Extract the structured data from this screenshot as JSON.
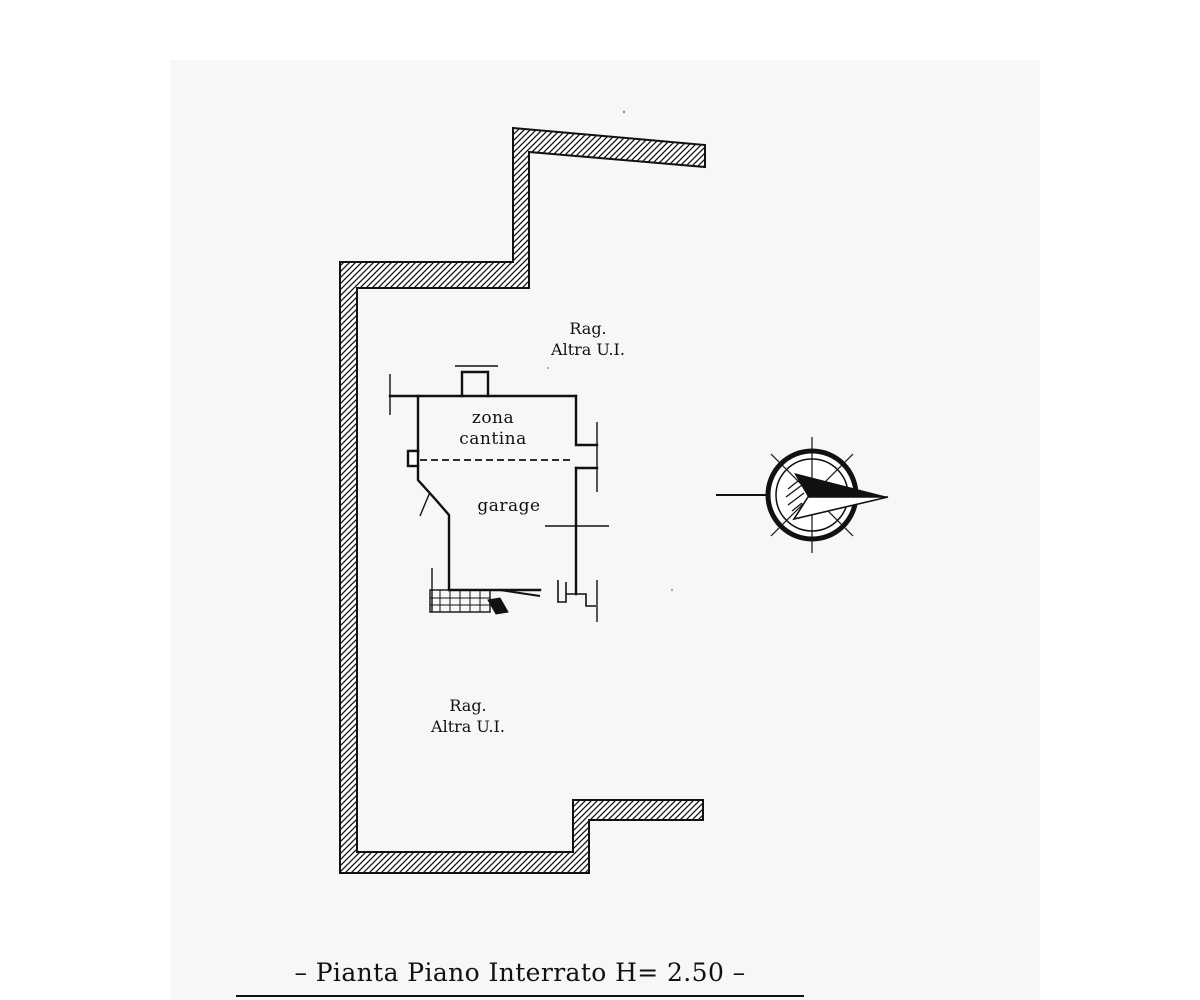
{
  "plan": {
    "caption": "– Pianta Piano Interrato H= 2.50 –",
    "rooms": {
      "cantina": [
        "zona",
        "cantina"
      ],
      "garage": "garage"
    },
    "adjacent_units": [
      {
        "line1": "Rag.",
        "line2": "Altra U.I."
      },
      {
        "line1": "Rag.",
        "line2": "Altra U.I."
      }
    ]
  },
  "icons": {
    "compass": "north-arrow-compass-icon"
  },
  "colors": {
    "ink": "#111111",
    "paper": "#f7f7f7"
  }
}
